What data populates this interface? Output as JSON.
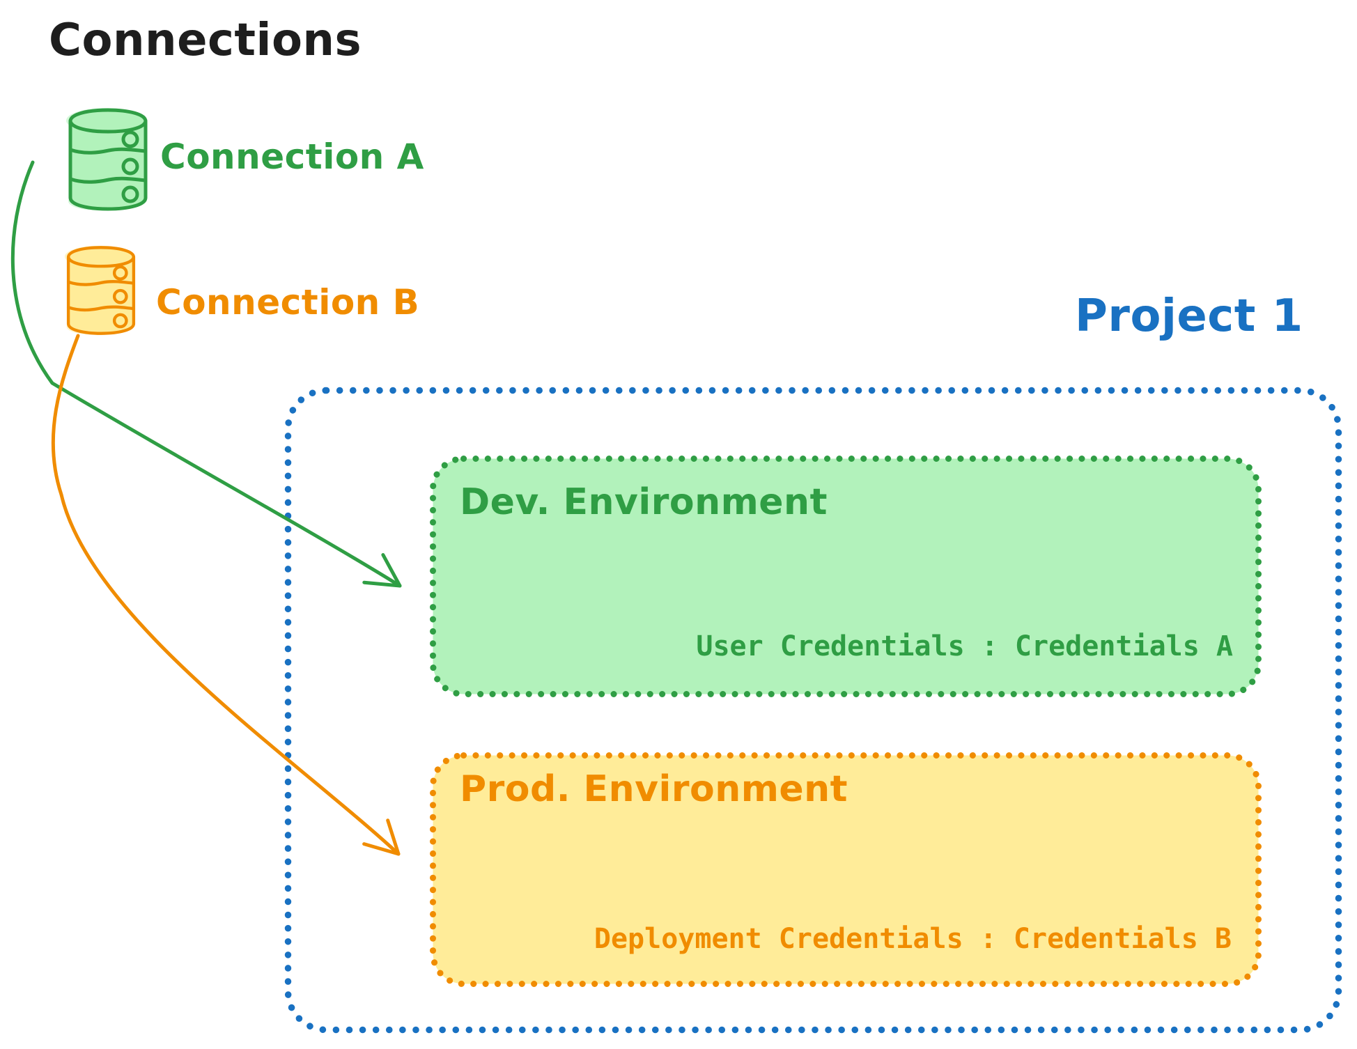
{
  "connections_panel": {
    "title": "Connections",
    "items": [
      {
        "label": "Connection A",
        "icon": "database-icon",
        "color": "#2f9e44"
      },
      {
        "label": "Connection B",
        "icon": "database-icon",
        "color": "#f08c00"
      }
    ]
  },
  "project": {
    "title": "Project 1",
    "color": "#1971c2",
    "environments": [
      {
        "title": "Dev. Environment",
        "credentials_label": "User Credentials : Credentials A",
        "stroke_color": "#2f9e44",
        "fill_color": "#b2f2bb"
      },
      {
        "title": "Prod. Environment",
        "credentials_label": "Deployment Credentials : Credentials B",
        "stroke_color": "#f08c00",
        "fill_color": "#ffec99"
      }
    ]
  },
  "arrows": [
    {
      "name": "connection-a-to-dev-environment",
      "color": "#2f9e44"
    },
    {
      "name": "connection-b-to-prod-environment",
      "color": "#f08c00"
    }
  ],
  "palette": {
    "text_black": "#1e1e1e",
    "green": "#2f9e44",
    "green_fill": "#b2f2bb",
    "orange": "#f08c00",
    "orange_fill": "#ffec99",
    "blue": "#1971c2",
    "background": "#ffffff"
  }
}
